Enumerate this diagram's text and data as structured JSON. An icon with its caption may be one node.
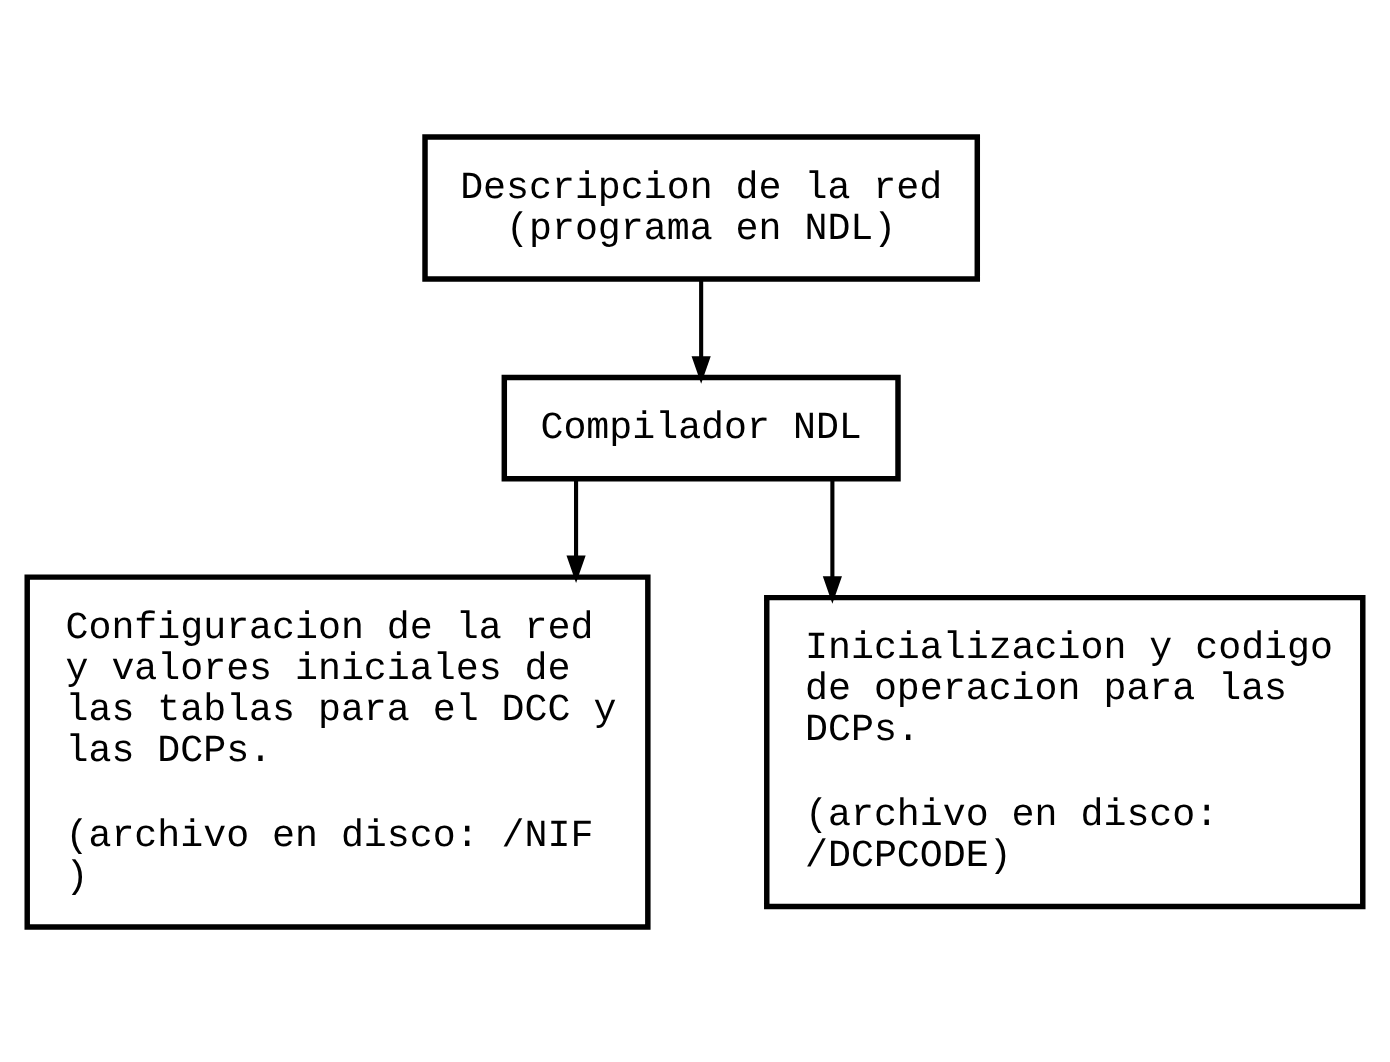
{
  "diagram": {
    "nodes": [
      {
        "text": [
          "Descripcion de la red (programa en NDL)"
        ]
      },
      {
        "text": [
          "Compilador NDL"
        ]
      },
      {
        "text": [
          "Configuracion de la red y valores iniciales de las tablas para el DCC y las DCPs.",
          "(archivo en disco: /NIF )"
        ]
      },
      {
        "text": [
          "Inicializacion y codigo de operacion para las DCPs.",
          "(archivo en disco: /DCPCODE)"
        ]
      }
    ],
    "edges": [
      {
        "from": 0,
        "to": 1,
        "arrow": "to"
      },
      {
        "from": 1,
        "to": 2,
        "arrow": "to"
      },
      {
        "from": 1,
        "to": 3,
        "arrow": "to"
      }
    ]
  }
}
